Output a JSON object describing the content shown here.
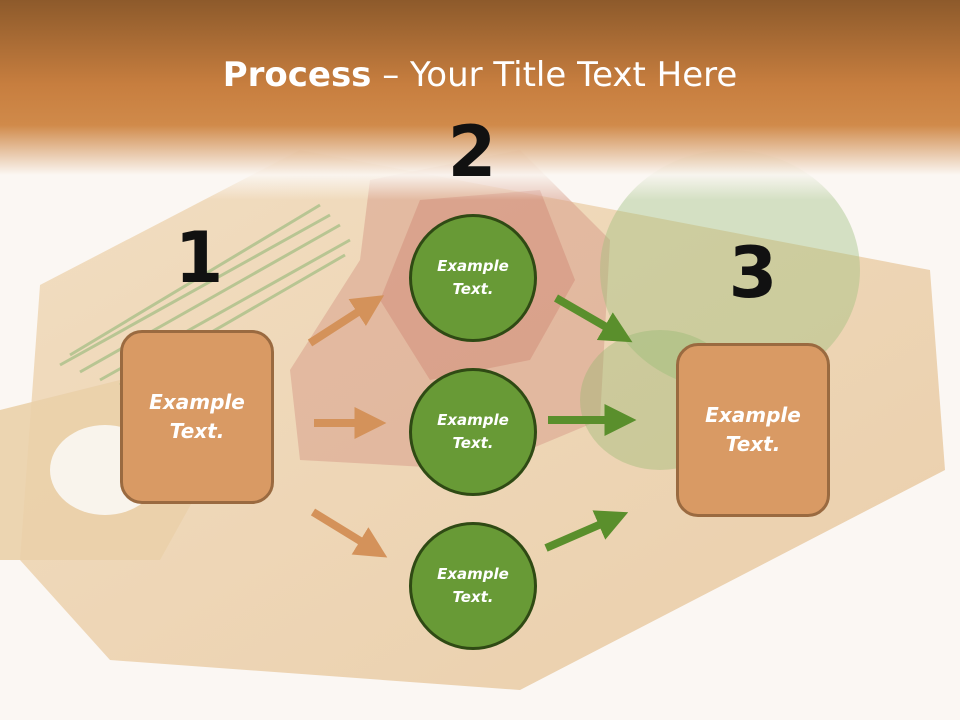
{
  "slide": {
    "title_bold": "Process",
    "title_rest": " – Your Title Text Here"
  },
  "steps": {
    "one": "1",
    "two": "2",
    "three": "3"
  },
  "left_box": {
    "line1": "Example",
    "line2": "Text."
  },
  "circles": [
    {
      "line1": "Example",
      "line2": "Text."
    },
    {
      "line1": "Example",
      "line2": "Text."
    },
    {
      "line1": "Example",
      "line2": "Text."
    }
  ],
  "right_box": {
    "line1": "Example",
    "line2": "Text."
  },
  "colors": {
    "header": "#c77e3f",
    "box_fill": "#d99a64",
    "circle_fill": "#689a36",
    "arrow_orange": "#d4925a",
    "arrow_green": "#5a8f2c"
  }
}
